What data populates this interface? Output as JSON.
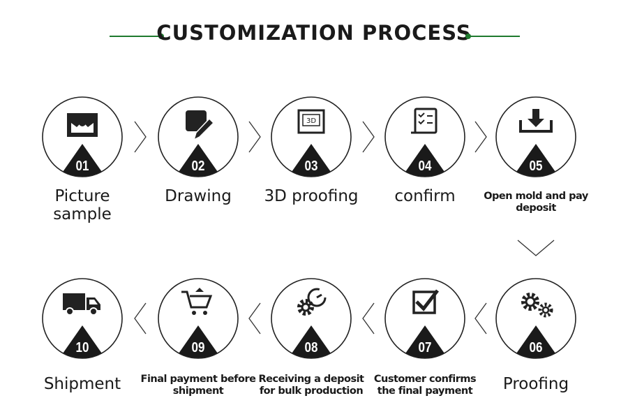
{
  "title": "CUSTOMIZATION PROCESS",
  "accent_color": "#1e7a2e",
  "steps": [
    {
      "number": "01",
      "label": "Picture sample",
      "icon": "picture-icon",
      "size": "big"
    },
    {
      "number": "02",
      "label": "Drawing",
      "icon": "drawing-pencil-icon",
      "size": "big"
    },
    {
      "number": "03",
      "label": "3D proofing",
      "icon": "3d-printer-icon",
      "size": "big",
      "icon_text": "3D"
    },
    {
      "number": "04",
      "label": "confirm",
      "icon": "checklist-icon",
      "size": "big"
    },
    {
      "number": "05",
      "label": "Open mold and pay deposit",
      "icon": "download-icon",
      "size": "small"
    },
    {
      "number": "06",
      "label": "Proofing",
      "icon": "gears-icon",
      "size": "big"
    },
    {
      "number": "07",
      "label": "Customer confirms the final payment",
      "icon": "checkbox-icon",
      "size": "small"
    },
    {
      "number": "08",
      "label": "Receiving a deposit for bulk production",
      "icon": "gear-clock-icon",
      "size": "small"
    },
    {
      "number": "09",
      "label": "Final payment before shipment",
      "icon": "shopping-cart-icon",
      "size": "small"
    },
    {
      "number": "10",
      "label": "Shipment",
      "icon": "delivery-truck-icon",
      "size": "big"
    }
  ]
}
